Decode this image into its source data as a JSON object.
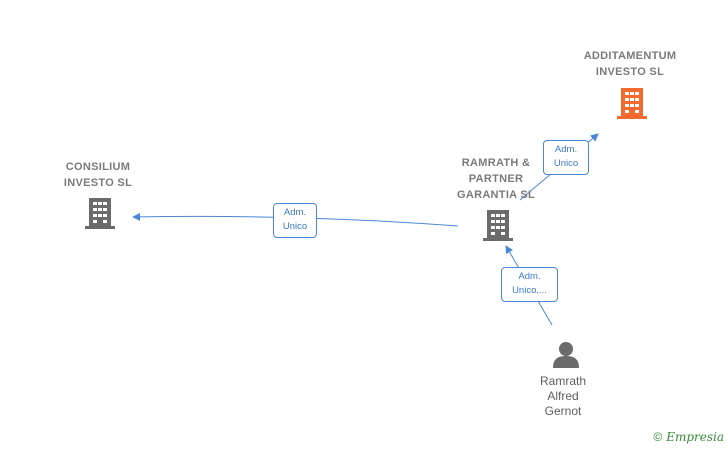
{
  "nodes": {
    "additamentum": {
      "line1": "ADDITAMENTUM",
      "line2": "INVESTO  SL",
      "type": "company",
      "color": "#f26a2e"
    },
    "consilium": {
      "line1": "CONSILIUM",
      "line2": "INVESTO  SL",
      "type": "company",
      "color": "#6b6b6b"
    },
    "ramrath_partner": {
      "line1": "RAMRATH &",
      "line2": "PARTNER",
      "line3": "GARANTIA  SL",
      "type": "company",
      "color": "#6b6b6b"
    },
    "person": {
      "line1": "Ramrath",
      "line2": "Alfred",
      "line3": "Gernot",
      "type": "person",
      "color": "#6b6b6b"
    }
  },
  "edges": {
    "to_additamentum": {
      "line1": "Adm.",
      "line2": "Unico"
    },
    "to_consilium": {
      "line1": "Adm.",
      "line2": "Unico"
    },
    "to_ramrath": {
      "line1": "Adm.",
      "line2": "Unico,..."
    }
  },
  "colors": {
    "edge": "#4a88d6",
    "focus_company": "#f26a2e",
    "company": "#6b6b6b"
  },
  "brand": {
    "copyright": "©",
    "name": "Empresia"
  }
}
